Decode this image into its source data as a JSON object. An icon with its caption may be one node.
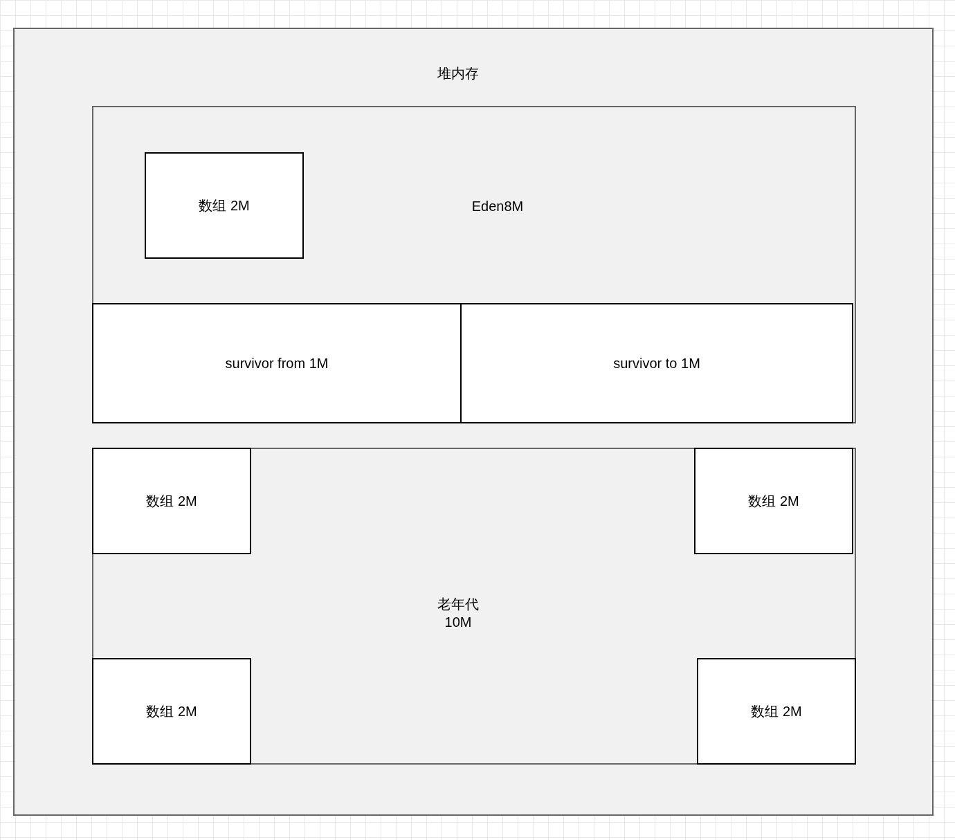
{
  "diagram": {
    "nodes": [
      {
        "text": [
          "堆内存"
        ]
      },
      {
        "text": [
          "Eden8M"
        ],
        "in": 0
      },
      {
        "text": [
          "数组 2M"
        ],
        "in": 1
      },
      {
        "text": [
          "survivor from 1M"
        ],
        "in": 1
      },
      {
        "text": [
          "survivor to 1M"
        ],
        "in": 1
      },
      {
        "text": [
          "老年代 10M"
        ],
        "in": 0
      },
      {
        "text": [
          "数组 2M"
        ],
        "in": 5
      },
      {
        "text": [
          "数组 2M"
        ],
        "in": 5
      },
      {
        "text": [
          "数组 2M"
        ],
        "in": 5
      },
      {
        "text": [
          "数组 2M"
        ],
        "in": 5
      }
    ]
  }
}
